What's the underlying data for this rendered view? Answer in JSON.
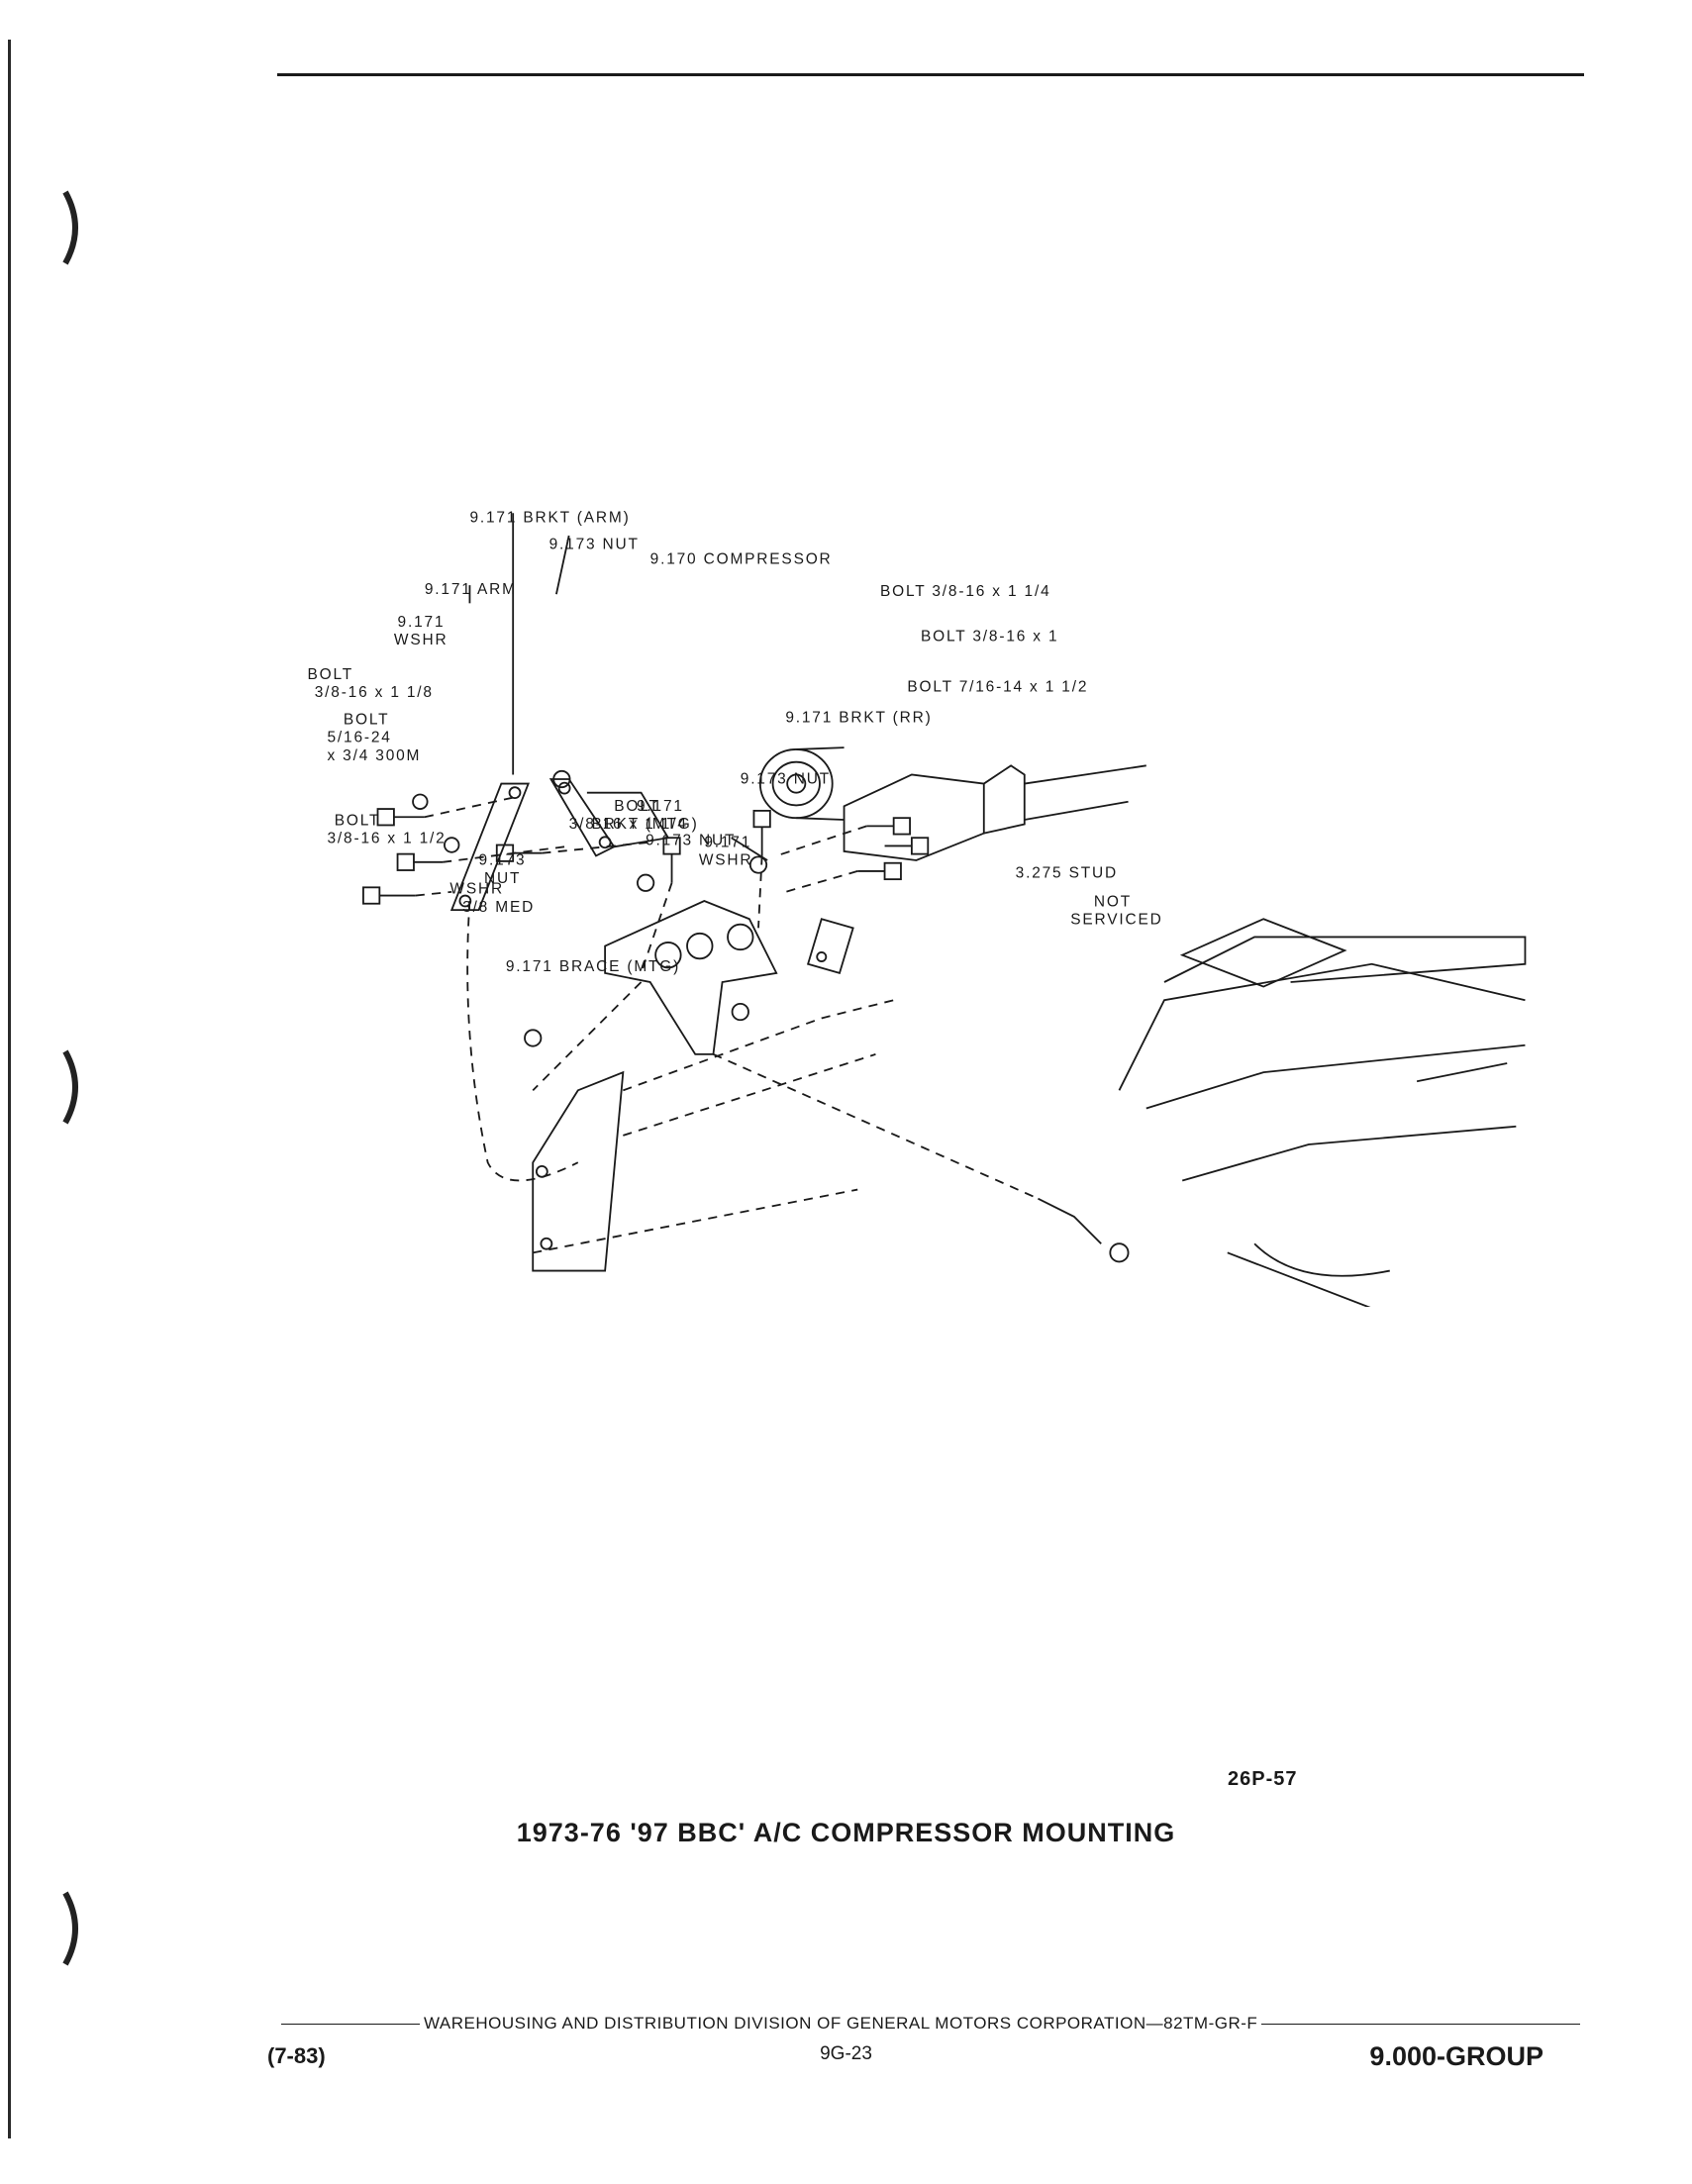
{
  "figure": {
    "code": "26P-57",
    "title": "1973-76 '97 BBC' A/C COMPRESSOR MOUNTING",
    "labels": {
      "brkt_arm": "9.171 BRKT (ARM)",
      "nut_top": "9.173 NUT",
      "compressor": "9.170 COMPRESSOR",
      "arm": "9.171 ARM",
      "wshr_left_1": "9.171",
      "wshr_left_2": "WSHR",
      "bolt_a_1": "BOLT",
      "bolt_a_2": "3/8-16 x 1 1/8",
      "bolt_b_1": "BOLT",
      "bolt_b_2": "5/16-24",
      "bolt_b_3": "x 3/4 300M",
      "bolt_c_1": "BOLT",
      "bolt_c_2": "3/8-16 x 1 1/2",
      "wshr_med_1": "WSHR",
      "wshr_med_2": "3/8 MED",
      "bolt_d_1": "BOLT",
      "bolt_d_2": "3/8-16 x 1 1/4",
      "wshr_right_1": "9.171",
      "wshr_right_2": "WSHR",
      "bolt_top_right": "BOLT 3/8-16 x 1 1/4",
      "bolt_r1": "BOLT 3/8-16 x 1",
      "bolt_r2": "BOLT 7/16-14 x 1 1/2",
      "brkt_rr": "9.171 BRKT (RR)",
      "nut_mid": "9.173 NUT",
      "brkt_mtg_1": "9.171",
      "brkt_mtg_2": "BRKT (MTG)",
      "nut_lower": "9.173 NUT",
      "nut_left_1": "9.173",
      "nut_left_2": "NUT",
      "brace": "9.171 BRACE (MTG)",
      "stud": "3.275 STUD",
      "not_serviced_1": "NOT",
      "not_serviced_2": "SERVICED"
    }
  },
  "footer": {
    "line": "WAREHOUSING AND DISTRIBUTION DIVISION OF GENERAL MOTORS CORPORATION—82TM-GR-F",
    "code": "(7-83)",
    "page": "9G-23",
    "group": "9.000-GROUP"
  }
}
